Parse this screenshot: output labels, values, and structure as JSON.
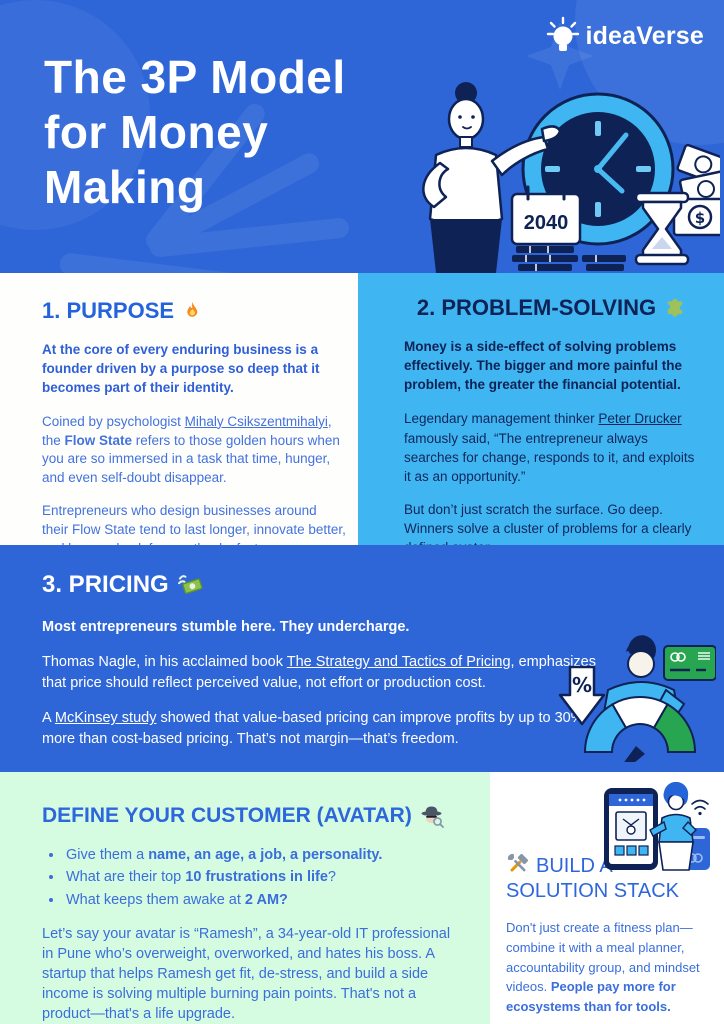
{
  "brand": {
    "name": "ideaVerse"
  },
  "header": {
    "title": "The 3P Model\nfor Money\nMaking",
    "calendar_year": "2040"
  },
  "sections": {
    "purpose": {
      "heading": "1. PURPOSE",
      "icon": "fire-icon",
      "intro": "At the core of every enduring business is a founder driven by a purpose so deep that it becomes part of their identity.",
      "para2": {
        "before": "Coined by psychologist ",
        "link": "Mihaly Csikszentmihalyi",
        "mid": ", the ",
        "flow_state": "Flow State",
        "after": " refers to those golden hours when you are so immersed in a task that time, hunger, and even self-doubt disappear."
      },
      "para3": "Entrepreneurs who design businesses around their Flow State tend to last longer, innovate better, and bounce back from setbacks faster."
    },
    "problem_solving": {
      "heading": "2. PROBLEM-SOLVING",
      "icon": "puzzle-icon",
      "intro": "Money is a side-effect of solving problems effectively. The bigger and more painful the problem, the greater the financial potential.",
      "para2": {
        "before": "Legendary management thinker ",
        "link": "Peter Drucker",
        "after": " famously said, “The entrepreneur always searches for change, responds to it, and exploits it as an opportunity.”"
      },
      "para3": "But don’t just scratch the surface. Go deep. Winners solve a cluster of problems for a clearly defined avatar."
    },
    "pricing": {
      "heading": "3. PRICING",
      "icon": "money-wings-icon",
      "intro": "Most entrepreneurs stumble here. They undercharge.",
      "para2": {
        "before": "Thomas Nagle, in his acclaimed book ",
        "link": "The Strategy and Tactics of Pricing",
        "after": ", emphasizes that price should reflect perceived value, not effort or production cost."
      },
      "para3": {
        "before": "A ",
        "link": "McKinsey study",
        "after": " showed that value-based pricing can improve profits by up to 30% more than cost-based pricing. That’s not margin—that’s freedom."
      }
    },
    "avatar": {
      "heading": "DEFINE YOUR CUSTOMER (AVATAR)",
      "icon": "detective-icon",
      "bullets": [
        {
          "before": "Give them a ",
          "bold": "name, an age, a job, a personality.",
          "after": ""
        },
        {
          "before": "What are their top ",
          "bold": "10 frustrations in life",
          "after": "?"
        },
        {
          "before": "What keeps them awake at ",
          "bold": "2 AM?",
          "after": ""
        }
      ],
      "para": "Let’s say your avatar is “Ramesh”, a 34-year-old IT professional in Pune who’s overweight, overworked, and hates his boss. A startup that helps Ramesh get fit, de-stress, and build a side income is solving multiple burning pain points. That's not a product—that's a life upgrade."
    },
    "solution_stack": {
      "heading": "BUILD A SOLUTION STACK",
      "icon": "tools-icon",
      "para": {
        "before": "Don't just create a fitness plan—combine it with a meal planner, accountability group, and mindset videos. ",
        "bold": "People pay more for ecosystems than for tools."
      }
    }
  },
  "colors": {
    "primary_blue": "#2E66D8",
    "light_blue": "#3FB6F1",
    "mint_green": "#D5FBE1",
    "navy": "#0E2255",
    "heading_blue": "#2563DC",
    "body_blue": "#4372DE",
    "accent_green": "#27A550",
    "puzzle_green": "#9EC15C"
  }
}
